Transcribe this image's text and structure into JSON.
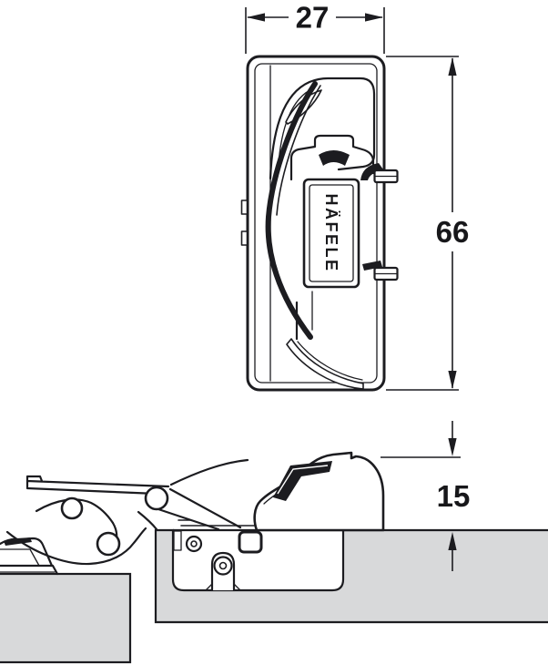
{
  "drawing": {
    "logo_text": "HÄFELE",
    "dimensions": {
      "cap_width": "27",
      "cap_height": "66",
      "mounting_height": "15"
    },
    "colors": {
      "line": "#1c1c20",
      "panel_fill": "#d8d9da",
      "background": "#ffffff"
    }
  }
}
